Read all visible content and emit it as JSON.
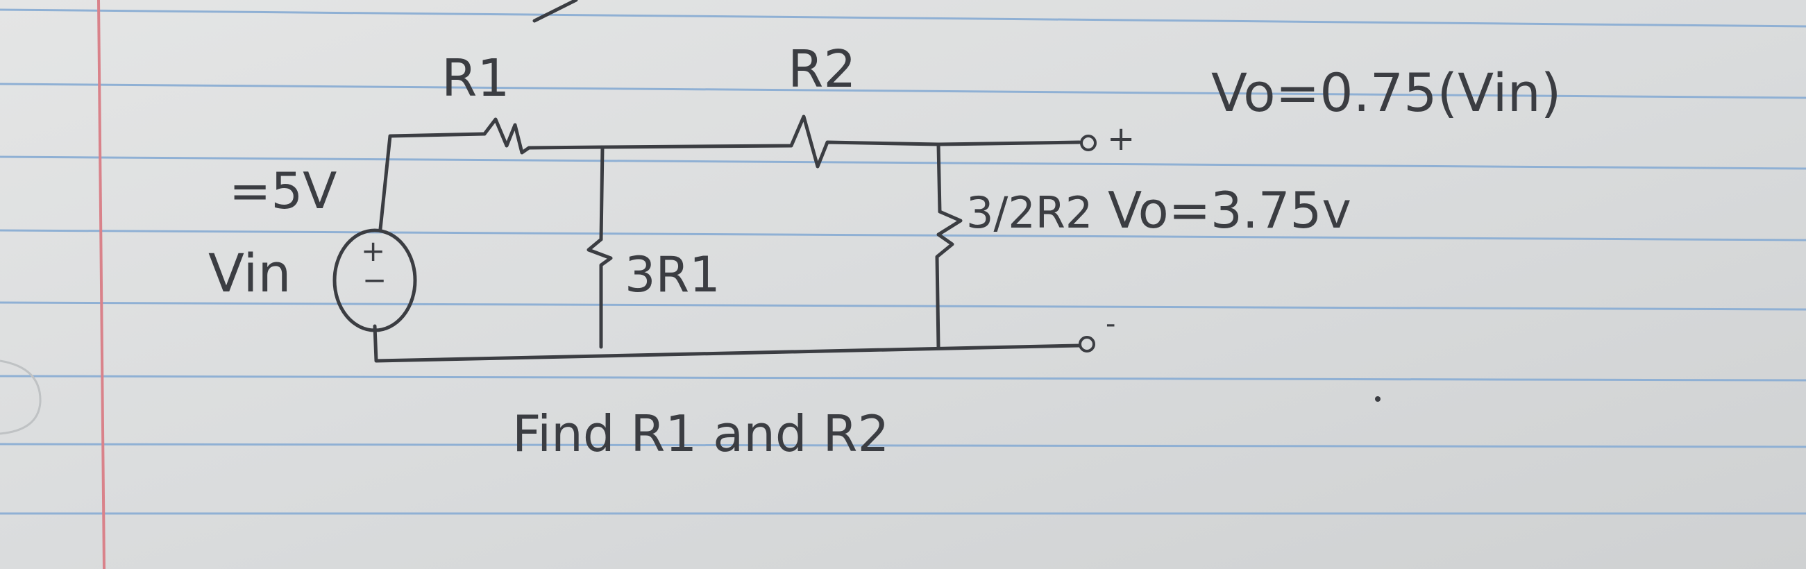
{
  "labels": {
    "r1": "R1",
    "r2": "R2",
    "r3": "3R1",
    "r4": "3/2R2",
    "source_value": "=5V",
    "source_name": "Vin",
    "plus_sign": "+",
    "minus_sign": "−",
    "out_plus": "+",
    "out_minus": "-"
  },
  "equations": {
    "vo_ratio": "Vo=0.75(Vin)",
    "vo_value": "Vo=3.75v"
  },
  "task": "Find R1 and R2",
  "colors": {
    "paper": "#d9dbdc",
    "rule_line": "#8fb0d4",
    "margin_line": "#d9828a",
    "ink": "#3b3d42"
  }
}
